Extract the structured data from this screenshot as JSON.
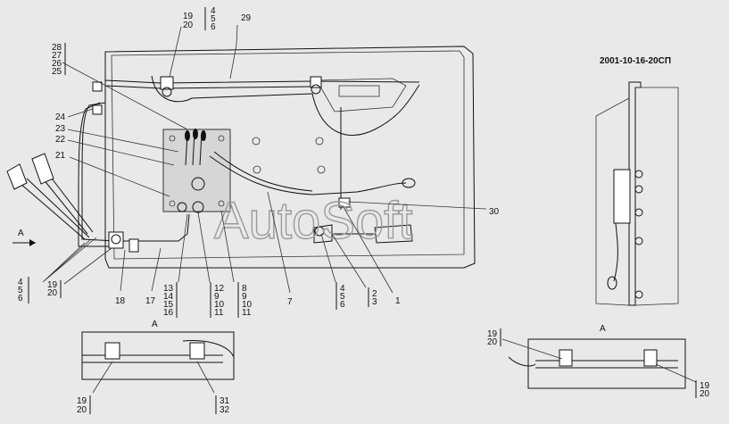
{
  "drawing_code": "2001-10-16-20СП",
  "watermark": "AutoSoft",
  "views": {
    "main_arrow_label": "A",
    "view_a_left_title": "A",
    "view_a_right_title": "A"
  },
  "callouts": {
    "top_group_a": [
      "19",
      "20"
    ],
    "top_group_b": [
      "4",
      "5",
      "6"
    ],
    "n29": "29",
    "left_stack": [
      "28",
      "27",
      "26",
      "25"
    ],
    "n24": "24",
    "n23": "23",
    "n22": "22",
    "n21": "21",
    "n30": "30",
    "bottom_left_group_a": [
      "4",
      "5",
      "6"
    ],
    "bottom_left_group_b": [
      "19",
      "20"
    ],
    "n18": "18",
    "n17": "17",
    "g13": [
      "13",
      "14",
      "15",
      "16"
    ],
    "g12": [
      "12",
      "9",
      "10",
      "11"
    ],
    "g8": [
      "8",
      "9",
      "10",
      "11"
    ],
    "n7": "7",
    "g4": [
      "4",
      "5",
      "6"
    ],
    "g2": [
      "2",
      "3"
    ],
    "n1": "1",
    "view_a_left_1": [
      "19",
      "20"
    ],
    "view_a_left_2": [
      "31",
      "32"
    ],
    "view_a_right_1": [
      "19",
      "20"
    ],
    "view_a_right_2": [
      "19",
      "20"
    ]
  }
}
